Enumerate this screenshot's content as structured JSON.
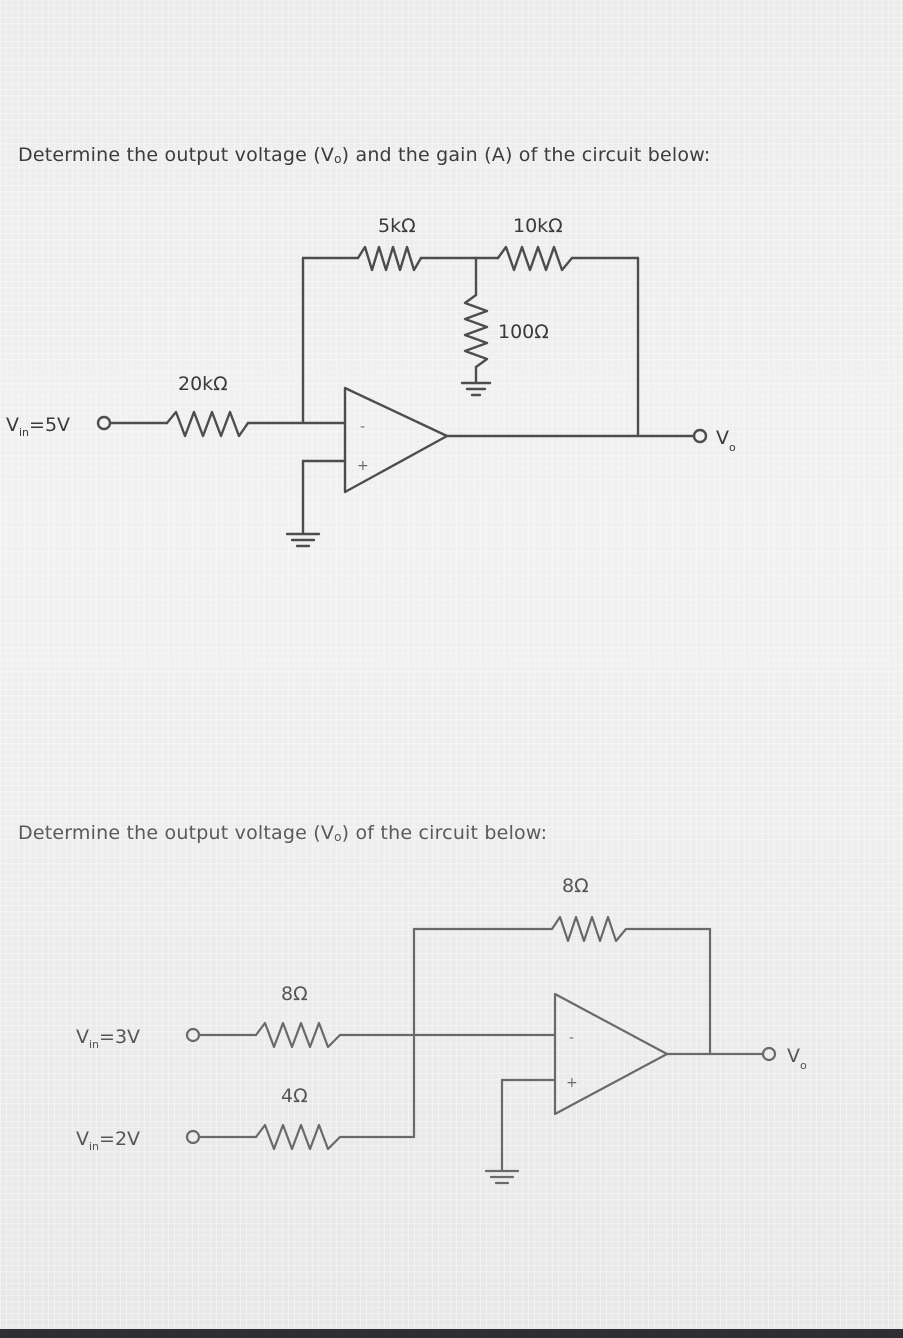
{
  "problem1": {
    "question_pre": "Determine the output voltage (V",
    "question_sub": "o",
    "question_post": ") and the gain (A) of the circuit below:",
    "r_feedback_1": "5kΩ",
    "r_feedback_2": "10kΩ",
    "r_shunt": "100Ω",
    "r_input": "20kΩ",
    "vin_letter": "V",
    "vin_sub": "in",
    "vin_value": "=5V",
    "vout_letter": "V",
    "vout_sub": "o",
    "inverting_sign": "-",
    "noninverting_sign": "+"
  },
  "problem2": {
    "question_pre": "Determine the output voltage (V",
    "question_sub": "o",
    "question_post": ") of the circuit below:",
    "r_feedback": "8Ω",
    "r_input_1": "8Ω",
    "r_input_2": "4Ω",
    "vin1_letter": "V",
    "vin1_sub": "in",
    "vin1_value": "=3V",
    "vin2_letter": "V",
    "vin2_sub": "in",
    "vin2_value": "=2V",
    "vout_letter": "V",
    "vout_sub": "o",
    "inverting_sign": "-",
    "noninverting_sign": "+"
  }
}
